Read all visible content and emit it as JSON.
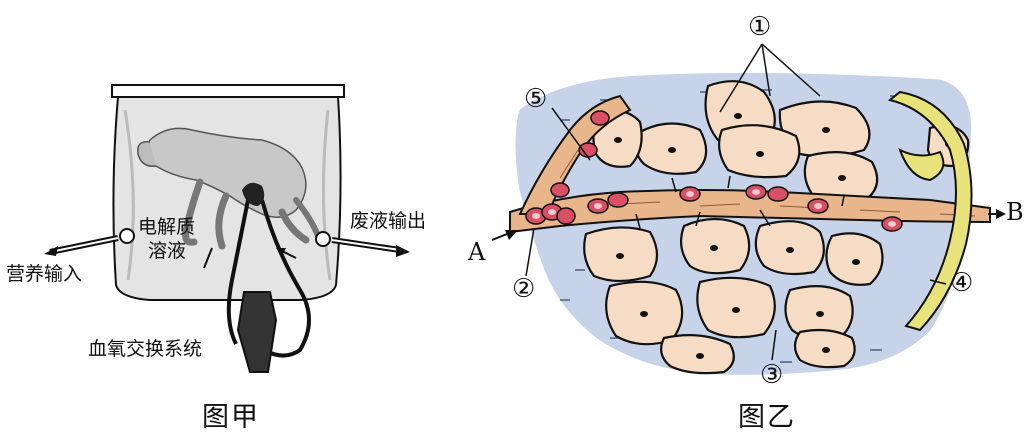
{
  "figure_a": {
    "caption": "图甲",
    "label_nutrient_input": "营养输入",
    "label_electrolyte_line1": "电解质",
    "label_electrolyte_line2": "溶液",
    "label_waste_output": "废液输出",
    "label_oxygen_system": "血氧交换系统"
  },
  "figure_b": {
    "caption": "图乙",
    "label_a": "A",
    "label_b": "B",
    "marker_1": "①",
    "marker_2": "②",
    "marker_3": "③",
    "marker_4": "④",
    "marker_5": "⑤"
  },
  "colors": {
    "tissue_fluid": "#c7d3e8",
    "cell_fill": "#f6dcc4",
    "capillary": "#e9b58a",
    "red_cell": "#d94f64",
    "lymph": "#e8e27a",
    "bag_fill": "#e6e6e6"
  }
}
